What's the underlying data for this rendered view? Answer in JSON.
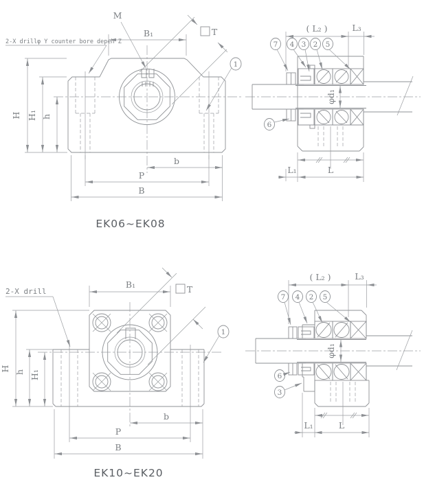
{
  "palette": {
    "background": "#ffffff",
    "line": "#8d9094",
    "text": "#7b7f83",
    "title_text": "#5a5e63"
  },
  "views": {
    "ek0608": {
      "title": "EK06~EK08",
      "front": {
        "drill_note": "2-X drillφ Y counter bore depeh Z",
        "thread_label": "M",
        "dim_B1": "B₁",
        "square_T": "T",
        "dim_H": "H",
        "dim_H1": "H₁",
        "dim_h": "h",
        "dim_b": "b",
        "dim_P": "P",
        "dim_B": "B",
        "balloon_1": "1"
      },
      "side": {
        "dim_L2": "( L₂ )",
        "dim_L3": "L₃",
        "dim_phi_d1": "φd₁",
        "balloons": [
          "7",
          "4",
          "3",
          "2",
          "5"
        ],
        "balloon_6": "6",
        "dim_L1": "L₁",
        "dim_L": "L"
      }
    },
    "ek1020": {
      "title": "EK10~EK20",
      "front": {
        "drill_note": "2-X drill",
        "dim_B1": "B₁",
        "square_T": "T",
        "dim_H": "H",
        "dim_h": "h",
        "dim_H1": "H₁",
        "dim_b": "b",
        "dim_P": "P",
        "dim_B": "B",
        "balloon_1": "1"
      },
      "side": {
        "dim_L2": "( L₂ )",
        "dim_L3": "L₃",
        "dim_phi_d1": "φd₁",
        "balloons": [
          "7",
          "4",
          "2",
          "5"
        ],
        "balloon_6": "6",
        "balloon_3": "3",
        "dim_L1": "L₁",
        "dim_L": "L"
      }
    }
  }
}
